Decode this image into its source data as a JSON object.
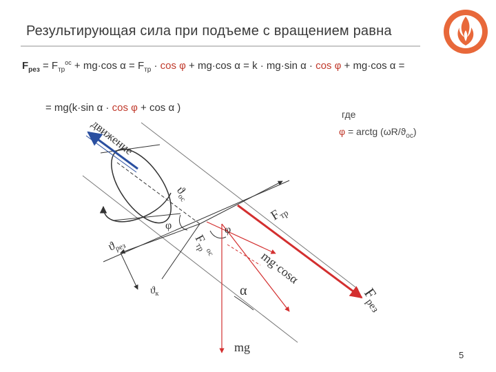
{
  "slide": {
    "title": "Результирующая сила при подъеме с вращением равна",
    "page_number": "5"
  },
  "formula": {
    "line1_prefix": "F",
    "line1_prefix_sub": "рез",
    "line1_a": " = F",
    "line1_a_sub": "тр",
    "line1_a_sup": "ос",
    "line1_b": " + mg·cos α = F",
    "line1_b_sub": "тр",
    "line1_c": " · ",
    "line1_cos1": "cos φ",
    "line1_d": " + mg·cos α = k · mg·sin α · ",
    "line1_cos2": "cos φ",
    "line1_e": " + mg·cos α =",
    "line2_a": "= mg(k·sin α · ",
    "line2_cos": "cos φ",
    "line2_b": " + cos α )"
  },
  "legend": {
    "where": "где",
    "phi_symbol": "φ",
    "phi_def": " = arctg (ωR/ϑ",
    "phi_def_sub": "ос",
    "phi_def_end": ")"
  },
  "diagram": {
    "movement_label": "движение",
    "v_os": "ϑ",
    "v_os_sub": "ос",
    "f_tr": "F",
    "f_tr_sub": "тр",
    "phi_left": "φ",
    "phi_right": "φ",
    "v_rez": "ϑ",
    "v_rez_sub": "рез",
    "f_tr_os": "F",
    "f_tr_os_sub": "тр",
    "f_tr_os_sup": "ос",
    "mg_cos": "mg·cosα",
    "alpha": "α",
    "v_k": "ϑ",
    "v_k_sub": "к",
    "f_rez": "F",
    "f_rez_sub": "рез",
    "mg": "mg"
  },
  "colors": {
    "accent_red": "#c0392b",
    "force_red": "#d32f2f",
    "line_gray": "#555555",
    "logo_orange": "#e8683a"
  },
  "icons": {
    "logo": "flame-logo-icon"
  }
}
